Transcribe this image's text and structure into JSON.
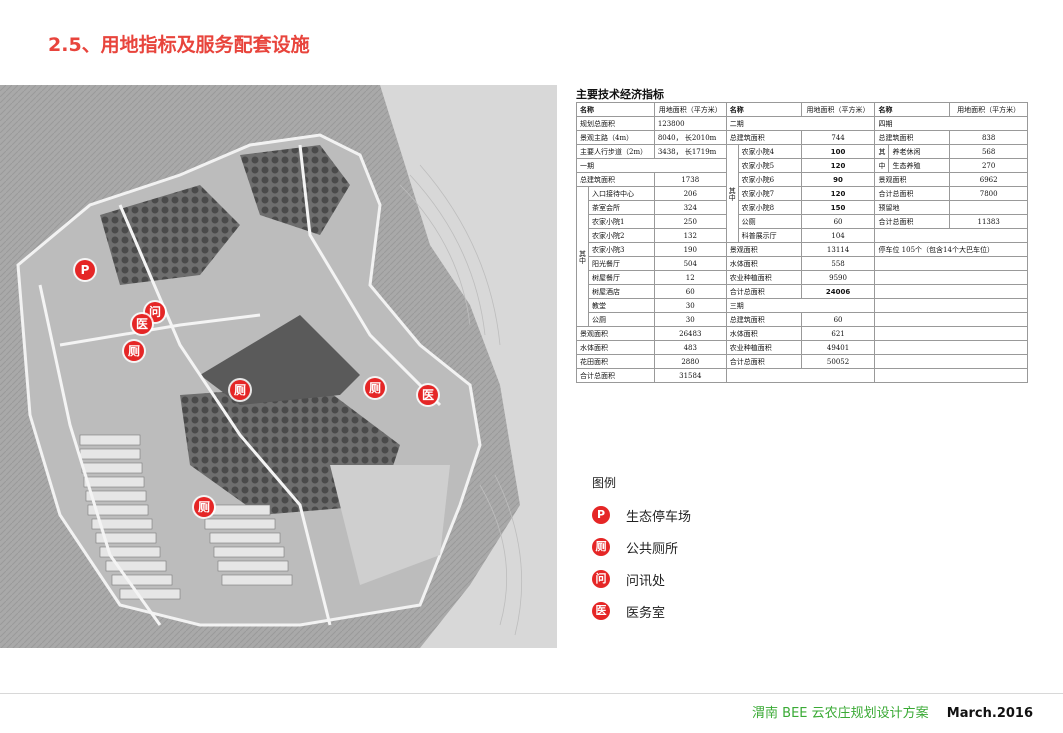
{
  "header": {
    "title": "2.5、用地指标及服务配套设施"
  },
  "markers": {
    "parking": "P",
    "toilet": "厕",
    "info": "问",
    "medical": "医"
  },
  "table": {
    "title": "主要技术经济指标",
    "h_name": "名称",
    "h_area": "用地面积（平方米）",
    "r1": {
      "a": "规划总面积",
      "b": "123800",
      "c": "二期",
      "e": "四期"
    },
    "r2": {
      "a": "景观主路（4m）",
      "b": "8040，  长2010m",
      "c": "总建筑面积",
      "d": "744",
      "e": "总建筑面积",
      "f": "838"
    },
    "r3": {
      "a": "主要人行步道（2m）",
      "b": "3438，  长1719m",
      "c": "农家小院4",
      "d": "100",
      "e": "养老休闲",
      "f": "568"
    },
    "r4": {
      "a": "一期",
      "c": "农家小院5",
      "d": "120",
      "e": "生态养殖",
      "f": "270"
    },
    "r5": {
      "a": "总建筑面积",
      "b": "1738",
      "c": "农家小院6",
      "d": "90",
      "e": "景观面积",
      "f": "6962"
    },
    "r6": {
      "a": "入口接待中心",
      "b": "206",
      "c": "农家小院7",
      "d": "120",
      "e": "合计总面积",
      "f": "7800"
    },
    "r7": {
      "a": "茶室会所",
      "b": "324",
      "c": "农家小院8",
      "d": "150",
      "e": "预留地"
    },
    "r8": {
      "a": "农家小院1",
      "b": "250",
      "c": "公厕",
      "d": "60",
      "e": "合计总面积",
      "f": "11383"
    },
    "r9": {
      "a": "农家小院2",
      "b": "132",
      "c": "科普展示厅",
      "d": "104"
    },
    "r10": {
      "a": "农家小院3",
      "b": "190",
      "c": "景观面积",
      "d": "13114",
      "e": "停车位 105个（包含14个大巴车位）"
    },
    "r11": {
      "a": "阳光餐厅",
      "b": "504",
      "c": "水体面积",
      "d": "558"
    },
    "r12": {
      "a": "树屋餐厅",
      "b": "12",
      "c": "农业种植面积",
      "d": "9590"
    },
    "r13": {
      "a": "树屋酒店",
      "b": "60",
      "c": "合计总面积",
      "d": "24006"
    },
    "r14": {
      "a": "教堂",
      "b": "30",
      "c": "三期"
    },
    "r15": {
      "a": "公厕",
      "b": "30",
      "c": "总建筑面积",
      "d": "60"
    },
    "r16": {
      "a": "景观面积",
      "b": "26483",
      "c": "水体面积",
      "d": "621"
    },
    "r17": {
      "a": "水体面积",
      "b": "483",
      "c": "农业种植面积",
      "d": "49401"
    },
    "r18": {
      "a": "花田面积",
      "b": "2880",
      "c": "合计总面积",
      "d": "50052"
    },
    "r19": {
      "a": "合计总面积",
      "b": "31584"
    },
    "qizhong": "其中",
    "qi": "其",
    "zhong": "中"
  },
  "legend": {
    "title": "图例",
    "items": [
      {
        "icon": "P",
        "label": "生态停车场"
      },
      {
        "icon": "厕",
        "label": "公共厕所"
      },
      {
        "icon": "问",
        "label": "问讯处"
      },
      {
        "icon": "医",
        "label": "医务室"
      }
    ]
  },
  "footer": {
    "project": "渭南 BEE 云农庄规划设计方案",
    "date": "March.2016"
  },
  "colors": {
    "title": "#e8443c",
    "marker": "#e52626",
    "footer_project": "#3aaa35"
  }
}
